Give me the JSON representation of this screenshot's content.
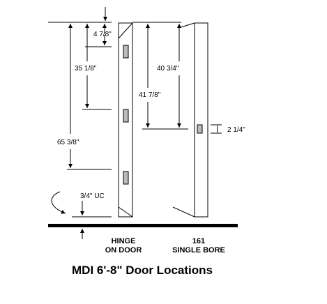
{
  "dimensions": {
    "d_4_7_8": "4 7/8\"",
    "d_35_1_8": "35 1/8\"",
    "d_65_3_8": "65 3/8\"",
    "d_3_4_uc": "3/4\" UC",
    "d_40_3_4": "40 3/4\"",
    "d_41_7_8": "41 7/8\"",
    "d_2_1_4": "2 1/4\""
  },
  "labels": {
    "hinge_line1": "HINGE",
    "hinge_line2": "ON DOOR",
    "bore_line1": "161",
    "bore_line2": "SINGLE BORE"
  },
  "title": "MDI 6'-8\" Door Locations"
}
